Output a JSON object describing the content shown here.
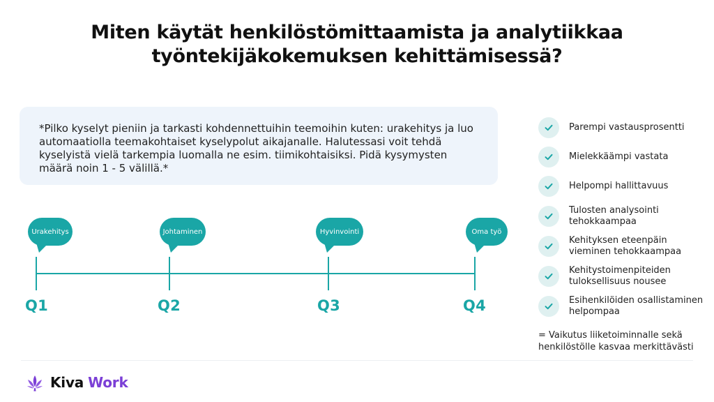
{
  "title": {
    "line1": "Miten käytät henkilöstömittaamista ja analytiikkaa",
    "line2": "työntekijäkokemuksen kehittämisessä?"
  },
  "note": {
    "text": "*Pilko kyselyt pieniin ja tarkasti kohdennettuihin teemoihin kuten: urakehitys ja luo automaatiolla teemakohtaiset kyselypolut aikajanalle. Halutessasi voit tehdä kyselyistä vielä tarkempia luomalla ne esim. tiimikohtaisiksi. Pidä kysymysten määrä noin 1 - 5 välillä.*"
  },
  "timeline": {
    "color": "#1aa6a6",
    "quarters": [
      {
        "label": "Q1",
        "theme": "Urakehitys"
      },
      {
        "label": "Q2",
        "theme": "Johtaminen"
      },
      {
        "label": "Q3",
        "theme": "Hyvinvointi"
      },
      {
        "label": "Q4",
        "theme": "Oma työ"
      }
    ]
  },
  "benefits": {
    "icon": "check-icon",
    "items": [
      {
        "text": "Parempi vastausprosentti"
      },
      {
        "text": "Mielekkäämpi vastata"
      },
      {
        "text": "Helpompi hallittavuus"
      },
      {
        "text": "Tulosten analysointi tehokkaampaa"
      },
      {
        "text": "Kehityksen eteenpäin vieminen tehokkaampaa"
      },
      {
        "text": "Kehitystoimenpiteiden tuloksellisuus nousee"
      },
      {
        "text": "Esihenkilöiden osallistaminen helpompaa"
      }
    ],
    "summary": "= Vaikutus liiketoiminnalle sekä henkilöstölle kasvaa merkittävästi"
  },
  "logo": {
    "part1": "Kiva",
    "part2": "Work",
    "accent_color": "#7b3fd6"
  }
}
